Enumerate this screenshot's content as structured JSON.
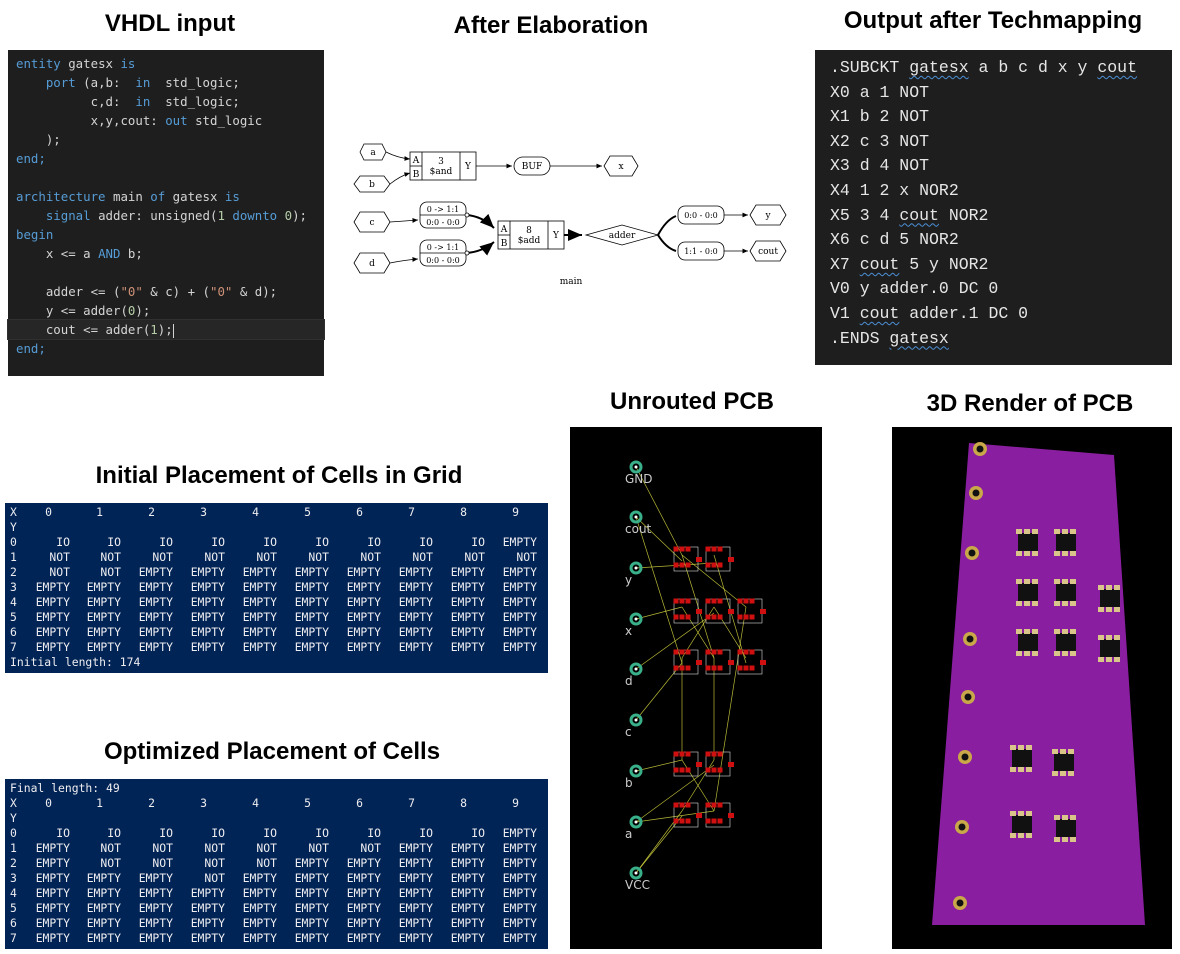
{
  "titles": {
    "vhdl": "VHDL input",
    "elab": "After Elaboration",
    "techmap": "Output after Techmapping",
    "unrouted": "Unrouted PCB",
    "render3d": "3D Render of PCB",
    "initial": "Initial Placement of Cells in Grid",
    "optimized": "Optimized Placement of Cells"
  },
  "vhdl": {
    "l1_kw": "entity",
    "l1_name": " gatesx ",
    "l1_is": "is",
    "l2_kw": "port",
    "l2_a": " (a,b:  ",
    "l2_in": "in",
    "l2_t": "  std_logic;",
    "l3_a": "c,d:  ",
    "l3_in": "in",
    "l3_t": "  std_logic;",
    "l4_a": "x,y,cout: ",
    "l4_out": "out",
    "l4_t": " std_logic",
    "l5": ");",
    "l6": "end;",
    "l8_kw": "architecture",
    "l8_a": " main ",
    "l8_of": "of",
    "l8_b": " gatesx ",
    "l8_is": "is",
    "l9_kw": "signal",
    "l9_a": " adder: unsigned(",
    "l9_n1": "1",
    "l9_dt": " downto ",
    "l9_n0": "0",
    "l9_b": ");",
    "l10": "begin",
    "l11_a": "x <= a ",
    "l11_and": "AND",
    "l11_b": " b;",
    "l13_a": "adder <= (",
    "l13_s1": "\"0\"",
    "l13_b": " & c) + (",
    "l13_s2": "\"0\"",
    "l13_c": " & d);",
    "l14_a": "y <= adder(",
    "l14_n": "0",
    "l14_b": ");",
    "l15_a": "cout <= adder(",
    "l15_n": "1",
    "l15_b": ");",
    "l16": "end;"
  },
  "netlist": {
    "lines": [
      ".SUBCKT gatesx a b c d x y ",
      "X0 a 1 NOT",
      "X1 b 2 NOT",
      "X2 c 3 NOT",
      "X3 d 4 NOT",
      "X4 1 2 x NOR2",
      "X5 3 4 ",
      "X6 c d 5 NOR2",
      "X7 ",
      "V0 y adder.0 DC 0",
      "V1 ",
      ".ENDS "
    ],
    "cout": "cout",
    "l6_tail": " NOR2",
    "l8_tail": " 5 y NOR2",
    "l10_tail": " adder.1 DC 0",
    "ends_name": "gatesx",
    "subckt_head": ".SUBCKT ",
    "subckt_name": "gatesx",
    "subckt_tail": " a b c d x y "
  },
  "elab": {
    "in_a": "a",
    "in_b": "b",
    "in_c": "c",
    "in_d": "d",
    "and_A": "A",
    "and_B": "B",
    "and_id": "3",
    "and_name": "$and",
    "and_Y": "Y",
    "buf": "BUF",
    "out_x": "x",
    "slice_top": "0 -> 1:1",
    "slice_bot": "0:0 - 0:0",
    "add_A": "A",
    "add_B": "B",
    "add_id": "8",
    "add_name": "$add",
    "add_Y": "Y",
    "adder": "adder",
    "split_y": "0:0 - 0:0",
    "split_cout": "1:1 - 0:0",
    "out_y": "y",
    "out_cout": "cout",
    "module": "main"
  },
  "grid_initial": {
    "header": [
      "X",
      "0",
      "1",
      "2",
      "3",
      "4",
      "5",
      "6",
      "7",
      "8",
      "9"
    ],
    "y_label": "Y",
    "rows": [
      [
        "0",
        "IO",
        "IO",
        "IO",
        "IO",
        "IO",
        "IO",
        "IO",
        "IO",
        "IO",
        "EMPTY"
      ],
      [
        "1",
        "NOT",
        "NOT",
        "NOT",
        "NOT",
        "NOT",
        "NOT",
        "NOT",
        "NOT",
        "NOT",
        "NOT"
      ],
      [
        "2",
        "NOT",
        "NOT",
        "EMPTY",
        "EMPTY",
        "EMPTY",
        "EMPTY",
        "EMPTY",
        "EMPTY",
        "EMPTY",
        "EMPTY"
      ],
      [
        "3",
        "EMPTY",
        "EMPTY",
        "EMPTY",
        "EMPTY",
        "EMPTY",
        "EMPTY",
        "EMPTY",
        "EMPTY",
        "EMPTY",
        "EMPTY"
      ],
      [
        "4",
        "EMPTY",
        "EMPTY",
        "EMPTY",
        "EMPTY",
        "EMPTY",
        "EMPTY",
        "EMPTY",
        "EMPTY",
        "EMPTY",
        "EMPTY"
      ],
      [
        "5",
        "EMPTY",
        "EMPTY",
        "EMPTY",
        "EMPTY",
        "EMPTY",
        "EMPTY",
        "EMPTY",
        "EMPTY",
        "EMPTY",
        "EMPTY"
      ],
      [
        "6",
        "EMPTY",
        "EMPTY",
        "EMPTY",
        "EMPTY",
        "EMPTY",
        "EMPTY",
        "EMPTY",
        "EMPTY",
        "EMPTY",
        "EMPTY"
      ],
      [
        "7",
        "EMPTY",
        "EMPTY",
        "EMPTY",
        "EMPTY",
        "EMPTY",
        "EMPTY",
        "EMPTY",
        "EMPTY",
        "EMPTY",
        "EMPTY"
      ]
    ],
    "footer": "Initial length: 174"
  },
  "grid_optimized": {
    "header_line": "Final length: 49",
    "header": [
      "X",
      "0",
      "1",
      "2",
      "3",
      "4",
      "5",
      "6",
      "7",
      "8",
      "9"
    ],
    "y_label": "Y",
    "rows": [
      [
        "0",
        "IO",
        "IO",
        "IO",
        "IO",
        "IO",
        "IO",
        "IO",
        "IO",
        "IO",
        "EMPTY"
      ],
      [
        "1",
        "EMPTY",
        "NOT",
        "NOT",
        "NOT",
        "NOT",
        "NOT",
        "NOT",
        "EMPTY",
        "EMPTY",
        "EMPTY"
      ],
      [
        "2",
        "EMPTY",
        "NOT",
        "NOT",
        "NOT",
        "NOT",
        "EMPTY",
        "EMPTY",
        "EMPTY",
        "EMPTY",
        "EMPTY"
      ],
      [
        "3",
        "EMPTY",
        "EMPTY",
        "EMPTY",
        "NOT",
        "EMPTY",
        "EMPTY",
        "EMPTY",
        "EMPTY",
        "EMPTY",
        "EMPTY"
      ],
      [
        "4",
        "EMPTY",
        "EMPTY",
        "EMPTY",
        "EMPTY",
        "EMPTY",
        "EMPTY",
        "EMPTY",
        "EMPTY",
        "EMPTY",
        "EMPTY"
      ],
      [
        "5",
        "EMPTY",
        "EMPTY",
        "EMPTY",
        "EMPTY",
        "EMPTY",
        "EMPTY",
        "EMPTY",
        "EMPTY",
        "EMPTY",
        "EMPTY"
      ],
      [
        "6",
        "EMPTY",
        "EMPTY",
        "EMPTY",
        "EMPTY",
        "EMPTY",
        "EMPTY",
        "EMPTY",
        "EMPTY",
        "EMPTY",
        "EMPTY"
      ],
      [
        "7",
        "EMPTY",
        "EMPTY",
        "EMPTY",
        "EMPTY",
        "EMPTY",
        "EMPTY",
        "EMPTY",
        "EMPTY",
        "EMPTY",
        "EMPTY"
      ]
    ]
  },
  "pcb": {
    "pins": [
      "GND",
      "cout",
      "y",
      "x",
      "d",
      "c",
      "b",
      "a",
      "VCC"
    ]
  },
  "colors": {
    "code_bg": "#1e1e1e",
    "keyword": "#569cd6",
    "type": "#4ec9b0",
    "number": "#b5cea8",
    "string": "#ce9178",
    "console_bg": "#012456",
    "pcb_pad": "#d01010",
    "pcb_pin": "#3ab08a",
    "ratsnest": "#d8d840",
    "board": "#8a1ea0"
  }
}
